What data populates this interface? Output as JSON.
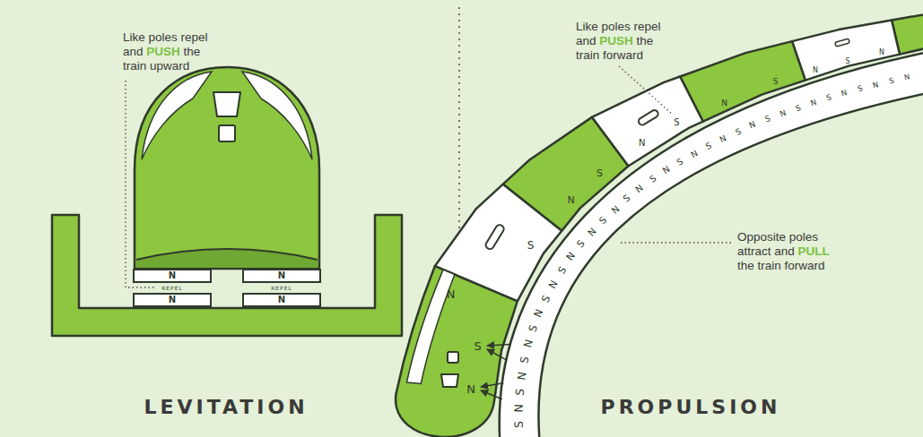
{
  "diagram": {
    "nodes": [
      {
        "text": [
          "N"
        ]
      },
      {
        "text": [
          "N"
        ]
      },
      {
        "text": [
          "N"
        ]
      },
      {
        "text": [
          "N"
        ]
      }
    ],
    "labels": [
      "Like poles repel and PUSH the train upward",
      "REPEL",
      "REPEL",
      "LEVITATION",
      "Like poles repel and PUSH the train forward",
      "Opposite poles attract and PULL the train forward",
      "PROPULSION",
      "N",
      "S",
      "N",
      "S",
      "N",
      "S",
      "N",
      "S",
      "N",
      "S",
      "N",
      "S",
      "N",
      "S",
      "N",
      "S",
      "N",
      "S",
      "N",
      "S",
      "N",
      "S",
      "N",
      "S",
      "N",
      "S",
      "N",
      "S",
      "N",
      "S",
      "N",
      "S",
      "N",
      "S",
      "N",
      "S",
      "N",
      "S",
      "N",
      "S",
      "N",
      "S",
      "N",
      "S",
      "N",
      "S",
      "N",
      "S",
      "N"
    ]
  }
}
